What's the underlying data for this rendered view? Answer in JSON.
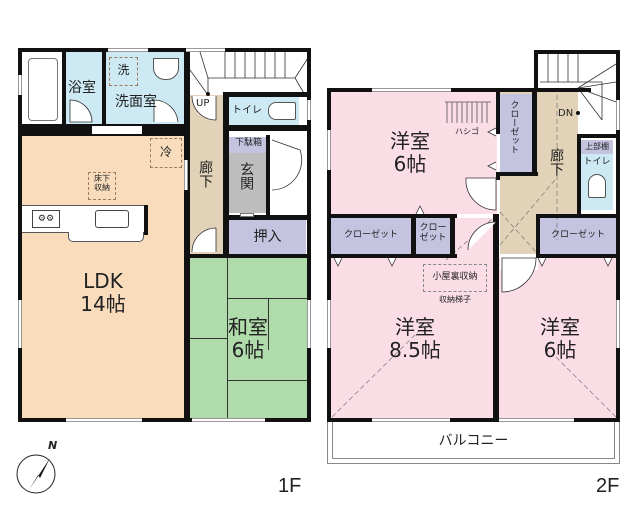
{
  "floors": [
    {
      "label": "1F",
      "rooms": {
        "bath": {
          "name": "浴室"
        },
        "laundry_mark": {
          "name": "洗"
        },
        "washroom": {
          "name": "洗面室"
        },
        "fridge_mark": {
          "name": "冷"
        },
        "underfloor_storage": {
          "name": "床下\n収納"
        },
        "ldk": {
          "name": "LDK",
          "size": "14帖"
        },
        "hallway": {
          "name": "廊下"
        },
        "stairs_up": {
          "name": "UP"
        },
        "toilet": {
          "name": "トイレ"
        },
        "shoe_box": {
          "name": "下駄箱"
        },
        "entrance": {
          "name": "玄関"
        },
        "closet": {
          "name": "押入"
        },
        "japanese_room": {
          "name": "和室",
          "size": "6帖"
        }
      }
    },
    {
      "label": "2F",
      "rooms": {
        "western_room_north": {
          "name": "洋室",
          "size": "6帖"
        },
        "ladder": {
          "name": "ハシゴ"
        },
        "closet_north": {
          "name": "クローゼット"
        },
        "hallway": {
          "name": "廊下"
        },
        "stairs_down": {
          "name": "DN"
        },
        "upper_shelf": {
          "name": "上部棚"
        },
        "toilet": {
          "name": "トイレ"
        },
        "closet_left": {
          "name": "クローゼット"
        },
        "closet_small": {
          "name": "クロー\nゼット"
        },
        "closet_right": {
          "name": "クローゼット"
        },
        "attic_storage": {
          "name": "小屋裏収納"
        },
        "storage_ladder": {
          "name": "収納梯子"
        },
        "western_room_sw": {
          "name": "洋室",
          "size": "8.5帖"
        },
        "western_room_se": {
          "name": "洋室",
          "size": "6帖"
        },
        "balcony": {
          "name": "バルコニー"
        }
      }
    }
  ],
  "compass": {
    "north_label": "N"
  },
  "colors": {
    "ldk": "#f8dcbc",
    "wet": "#cde9f3",
    "hall": "#e2d3b8",
    "closet": "#c4c3e0",
    "entrance": "#bdbdbd",
    "japanese": "#b0dbaa",
    "western": "#fbdde6",
    "wall": "#111111"
  }
}
